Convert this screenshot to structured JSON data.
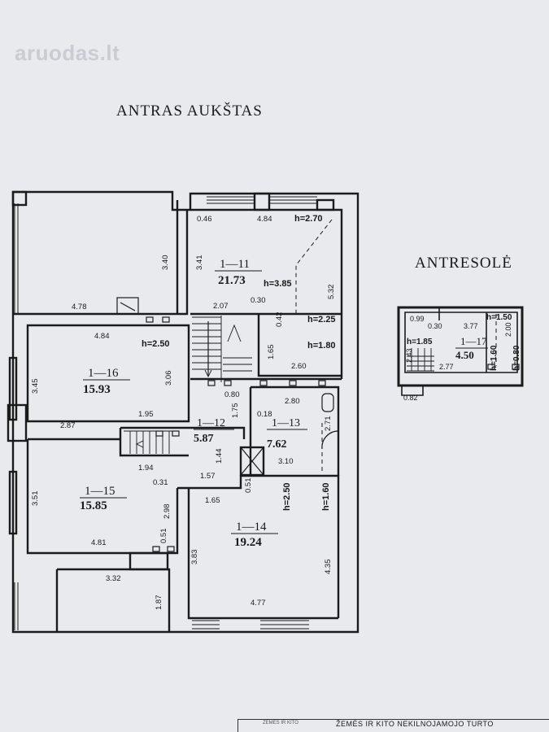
{
  "watermark": "aruodas.lt",
  "headings": {
    "main": "ANTRAS AUKŠTAS",
    "mezzanine": "ANTRESOLĖ"
  },
  "rooms": [
    {
      "id": "1—11",
      "area": "21.73"
    },
    {
      "id": "1—16",
      "area": "15.93"
    },
    {
      "id": "1—12",
      "area": "5.87"
    },
    {
      "id": "1—13",
      "area": "7.62"
    },
    {
      "id": "1—15",
      "area": "15.85"
    },
    {
      "id": "1—14",
      "area": "19.24"
    },
    {
      "id": "1—17",
      "area": "4.50"
    }
  ],
  "heights": [
    "h=2.70",
    "h=3.85",
    "h=2.25",
    "h=1.80",
    "h=2.50",
    "h=2.50",
    "h=1.60",
    "h=1.50",
    "h=1.85",
    "h=1.60",
    "h=0.80"
  ],
  "dimensions": [
    "0.46",
    "4.84",
    "3.40",
    "3.41",
    "5.32",
    "4.78",
    "2.07",
    "0.30",
    "0.42",
    "1.65",
    "2.60",
    "4.84",
    "3.45",
    "3.06",
    "1.95",
    "2.87",
    "0.80",
    "1.75",
    "0.18",
    "2.80",
    "2.71",
    "3.10",
    "1.44",
    "1.57",
    "0.51",
    "1.94",
    "0.31",
    "3.51",
    "2.98",
    "1.65",
    "0.51",
    "4.81",
    "3.83",
    "4.35",
    "3.32",
    "1.87",
    "4.77",
    "0.99",
    "0.30",
    "3.77",
    "2.00",
    "2.43",
    "2.77",
    "0.82"
  ],
  "footer": {
    "small": "ŽEMĖS IR KITO",
    "title": "ŽEMĖS IR KITO NEKILNOJAMOJO TURTO"
  }
}
